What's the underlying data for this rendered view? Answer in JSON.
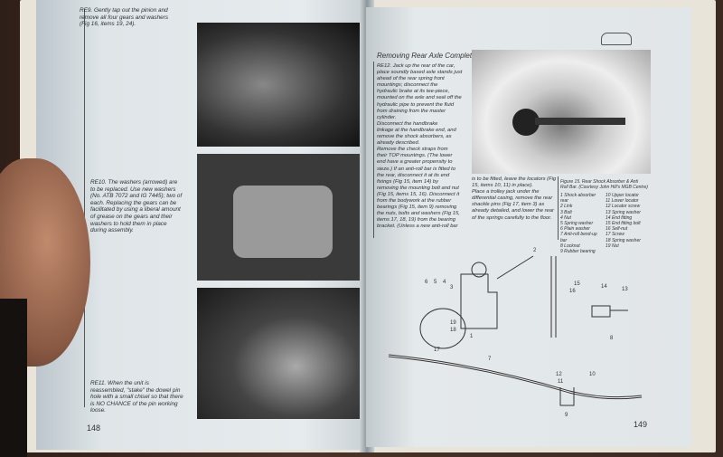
{
  "left_page": {
    "page_number": "148",
    "paragraphs": [
      {
        "id": "RE9",
        "text": "RE9.     Gently tap out the pinion and\nremove all four gears and washers\n(Fig 16, items 19, 24)."
      },
      {
        "id": "RE10",
        "text": "RE10.    The washers (arrowed) are\nto be replaced. Use new washers\n(No. ATB 7072 and IG 7445); two of\neach. Replacing the gears can be\nfacilitated by using a liberal amount\nof grease on the gears and their\nwashers to hold them in place\nduring assembly."
      },
      {
        "id": "RE11",
        "text": "RE11.    When the unit is\nreassembled, \"stake\" the dowel pin\nhole with a small chisel so that there\nis NO CHANCE of the pin working\nloose."
      }
    ]
  },
  "right_page": {
    "page_number": "149",
    "heading": "Removing Rear Axle Complete",
    "paragraphs": [
      {
        "id": "RE12",
        "text": "RE12.   Jack up the rear of the car,\nplace soundly based axle stands just\nahead of the rear spring front\nmountings; disconnect the\nhydraulic brake at its tee-piece,\nmounted on the axle and seal off the\nhydraulic pipe to prevent the fluid\nfrom draining from the master\ncylinder.\n     Disconnect the handbrake\nlinkage at the handbrake end, and\nremove the shock absorbers, as\nalready described.\n     Remove the check straps from\ntheir TOP mountings. (The lower\nend have a greater propensity to\nsieze.) If an anti-roll bar is fitted to\nthe rear, disconnect it at its end\nfixings (Fig 15, item 14) by\nremoving the mounting bolt and nut\n(Fig 15, items 15, 16). Disconnect it\nfrom the bodywork at the rubber\nbearings (Fig 15, item 9) removing\nthe nuts, bolts and washers (Fig 15,\nitems 17, 18, 19) from the bearing\nbracket. (Unless a new anti-roll bar"
      },
      {
        "id": "cont",
        "text": "is to be fitted, leave the locators (Fig\n15, items 10, 11) in place).\n     Place a trolley jack under the\ndifferential casing, remove the rear\nshackle pins (Fig 17, item 3) as\nalready detailed, and lower the rear\nof the springs carefully to the floor."
      }
    ],
    "figure_caption": "Figure 15.   Rear Shock Absorber & Anti\nRoll Bar. (Courtesy John Hill's MGB Centre)",
    "legend_left": [
      "1  Shock absorber",
      "    rear",
      "2  Link",
      "3  Bolt",
      "4  Nut",
      "5  Spring washer",
      "6  Plain washer",
      "7  Anti-roll bend-up",
      "    bar",
      "8  Locknut",
      "9  Rubber bearing"
    ],
    "legend_right": [
      "10  Upper locator",
      "11  Lower locator",
      "12  Locator screw",
      "13  Spring washer",
      "14  End fitting",
      "15  End fitting bolt",
      "16  Self-nut",
      "17  Screw",
      "18  Spring washer",
      "19  Nut"
    ],
    "diagram_labels": [
      "6",
      "5",
      "4",
      "3",
      "2",
      "1",
      "19",
      "18",
      "17",
      "16",
      "15",
      "14",
      "13",
      "12",
      "11",
      "10",
      "9",
      "8",
      "7"
    ]
  }
}
